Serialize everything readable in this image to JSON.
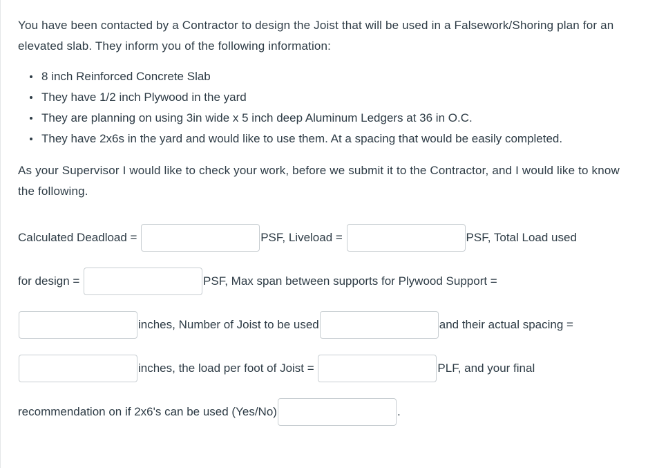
{
  "question": {
    "intro": "You have been contacted by a Contractor to design the Joist that will be used in a Falsework/Shoring plan for an elevated slab.  They inform you of the following information:",
    "facts": [
      "8 inch Reinforced Concrete Slab",
      "They have 1/2 inch Plywood in the yard",
      "They are planning on using 3in wide x 5 inch deep Aluminum Ledgers at 36 in O.C.",
      "They have 2x6s in the yard and would like to use them. At a spacing that would be easily completed."
    ],
    "supervisor_note": "As your Supervisor I would like to check your work, before we submit it to the Contractor, and I would like to know the following."
  },
  "answer_form": {
    "label_deadload": "Calculated Deadload = ",
    "label_psf_liveload": "PSF, Liveload = ",
    "label_psf_total": "PSF, Total Load used",
    "label_for_design": "for design = ",
    "label_psf_max_span": "PSF, Max span between supports for Plywood Support =",
    "label_inches_num_joist": "inches, Number of Joist to be used",
    "label_actual_spacing": "and their actual spacing =",
    "label_inches_load_per_foot": "inches, the load per foot of Joist = ",
    "label_plf_final": "PLF, and your final",
    "label_recommendation": "recommendation on if 2x6's can be used (Yes/No)",
    "label_period": ".",
    "fields": [
      {
        "name": "deadload",
        "value": "",
        "placeholder": ""
      },
      {
        "name": "liveload",
        "value": "",
        "placeholder": ""
      },
      {
        "name": "total-load-for-design",
        "value": "",
        "placeholder": ""
      },
      {
        "name": "max-span-plywood-support",
        "value": "",
        "placeholder": ""
      },
      {
        "name": "number-of-joist",
        "value": "",
        "placeholder": ""
      },
      {
        "name": "actual-spacing",
        "value": "",
        "placeholder": ""
      },
      {
        "name": "load-per-foot-of-joist",
        "value": "",
        "placeholder": ""
      },
      {
        "name": "recommendation-yes-no",
        "value": "",
        "placeholder": ""
      }
    ]
  },
  "colors": {
    "text": "#2d3b45",
    "input_border": "#c7cdd1",
    "page_background": "#ffffff",
    "left_rule": "#e4e6e8"
  }
}
